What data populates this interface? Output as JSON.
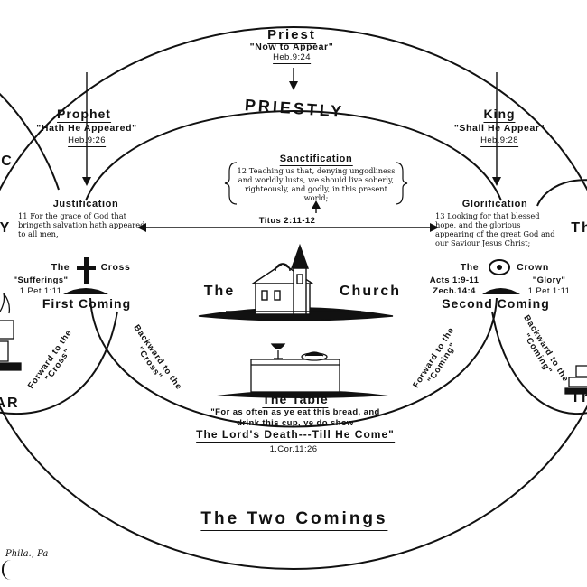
{
  "priest": {
    "title": "Priest",
    "subtitle": "\"Now to Appear\"",
    "ref": "Heb.9:24"
  },
  "priestly": "PRIESTLY",
  "prophet": {
    "title": "Prophet",
    "subtitle": "\"Hath He Appeared\"",
    "ref": "Heb.9:26"
  },
  "king": {
    "title": "King",
    "subtitle": "\"Shall He Appear\"",
    "ref": "Heb.9:28"
  },
  "sanctification": {
    "title": "Sanctification",
    "verse": "12 Teaching us that, denying ungodliness and worldly lusts, we should live soberly, righteously, and godly, in this present world;"
  },
  "justification": {
    "title": "Justification",
    "verse": "11 For the grace of God that bringeth salvation hath appeared to all men,"
  },
  "glorification": {
    "title": "Glorification",
    "verse": "13 Looking for that blessed hope, and the glorious appearing of the great God and our Saviour Jesus Christ;"
  },
  "titus": "Titus 2:11-12",
  "left_edge": {
    "upper": "C",
    "middle": "Y",
    "lower": "AR"
  },
  "right_edge": {
    "middle": "Th",
    "lower": "Th"
  },
  "first_coming": {
    "the": "The",
    "cross": "Cross",
    "sufferings": "\"Sufferings\"",
    "ref": "1.Pet.1:11",
    "title": "First Coming"
  },
  "second_coming": {
    "the": "The",
    "crown": "Crown",
    "acts": "Acts 1:9-11",
    "zech": "Zech.14:4",
    "glory": "\"Glory\"",
    "ref": "1.Pet.1:11",
    "title": "Second Coming"
  },
  "church": {
    "the": "The",
    "church": "Church"
  },
  "table": {
    "title": "The Table",
    "line1": "\"For as often as ye eat this bread, and",
    "line2": "drink this cup, ye do show",
    "line3": "The Lord's Death---Till He Come\"",
    "ref": "1.Cor.11:26"
  },
  "arrows_text": {
    "forward_cross_a": "Forward to the",
    "forward_cross_b": "\"Cross\"",
    "backward_cross_a": "Backward to the",
    "backward_cross_b": "\"Cross\"",
    "forward_coming_a": "Forward to the",
    "forward_coming_b": "\"Coming\"",
    "backward_coming_a": "Backward to the",
    "backward_coming_b": "\"Coming\""
  },
  "footer_title": "The Two Comings",
  "signature": "Phila., Pa"
}
